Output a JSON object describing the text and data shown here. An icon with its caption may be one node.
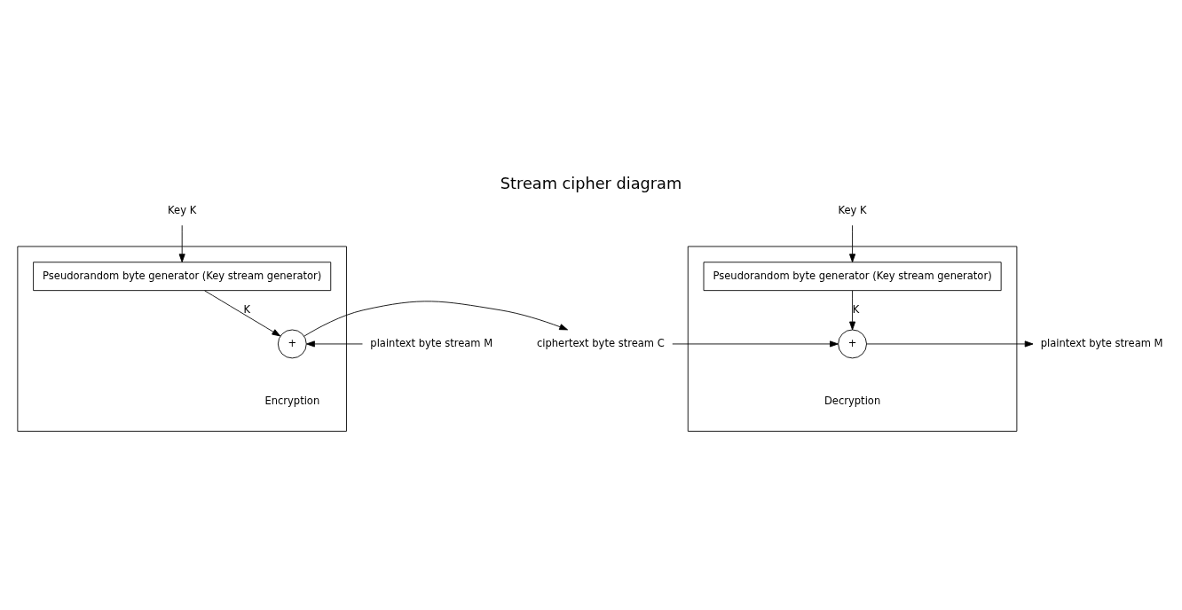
{
  "diagram": {
    "title": "Stream cipher diagram",
    "nodes": [
      {
        "text": [
          "Key K"
        ]
      },
      {
        "text": [],
        "shape": "box"
      },
      {
        "text": [
          "Pseudorandom byte generator (Key stream generator)"
        ],
        "in": 1
      },
      {
        "text": [
          "+"
        ],
        "beside": [
          "Encryption"
        ],
        "in": 1
      },
      {
        "text": [
          "plaintext byte stream M"
        ]
      },
      {
        "text": [
          "ciphertext byte stream C"
        ]
      },
      {
        "text": [
          "Key K"
        ]
      },
      {
        "text": [],
        "shape": "box"
      },
      {
        "text": [
          "Pseudorandom byte generator (Key stream generator)"
        ],
        "in": 7
      },
      {
        "text": [
          "+"
        ],
        "beside": [
          "Decryption"
        ],
        "in": 7
      },
      {
        "text": [
          "plaintext byte stream M"
        ]
      }
    ],
    "edges": [
      {
        "from": 0,
        "to": 2,
        "arrow": "to"
      },
      {
        "from": 2,
        "to": 3,
        "arrow": "to",
        "label": "K"
      },
      {
        "from": 4,
        "to": 3,
        "arrow": "to"
      },
      {
        "from": 3,
        "to": 5,
        "arrow": "to"
      },
      {
        "from": 6,
        "to": 8,
        "arrow": "to"
      },
      {
        "from": 8,
        "to": 9,
        "arrow": "to",
        "label": "K"
      },
      {
        "from": 5,
        "to": 9,
        "arrow": "to"
      },
      {
        "from": 9,
        "to": 10,
        "arrow": "to"
      }
    ]
  }
}
